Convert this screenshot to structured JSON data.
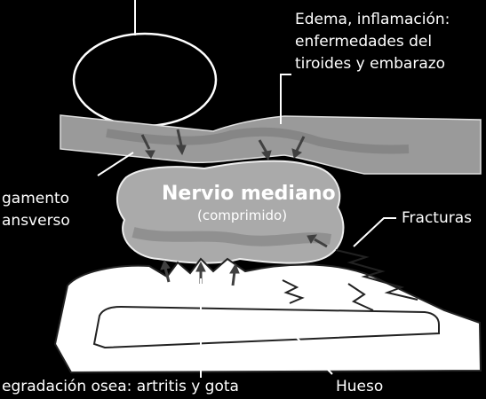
{
  "labels": {
    "edema": {
      "line1": "Edema, inflamación:",
      "line2": "enfermedades del",
      "line3": "tiroides y embarazo"
    },
    "ligamento": {
      "line1": "gamento",
      "line2": "ansverso"
    },
    "nervio": {
      "title": "Nervio mediano",
      "subtitle": "(comprimido)"
    },
    "fracturas": "Fracturas",
    "degradacion": "egradación osea: artritis y gota",
    "hueso": "Hueso"
  },
  "colors": {
    "background": "#000000",
    "ligament": "#9a9a9a",
    "nerve": "#aaaaaa",
    "bone": "#ffffff",
    "line": "#ffffff",
    "arrow": "#404040"
  }
}
